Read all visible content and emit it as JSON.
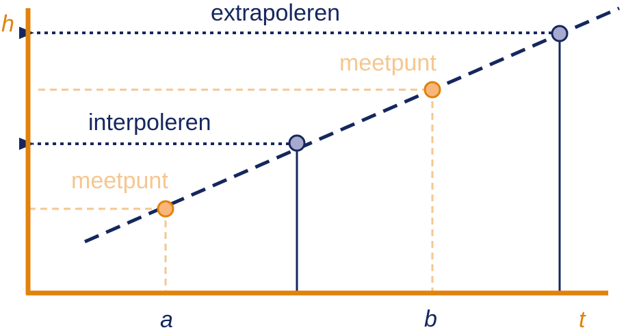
{
  "labels": {
    "extrapolate": "extrapoleren",
    "interpolate": "interpoleren",
    "measure_point_upper": "meetpunt",
    "measure_point_lower": "meetpunt",
    "y_axis": "h",
    "x_axis": "t",
    "tick_a": "a",
    "tick_b": "b"
  },
  "colors": {
    "axis": "#e0820c",
    "navy": "#15275e",
    "peach": "#f6c690",
    "measure_fill": "#f8b67a",
    "estimate_fill": "#a7a9cf"
  }
}
